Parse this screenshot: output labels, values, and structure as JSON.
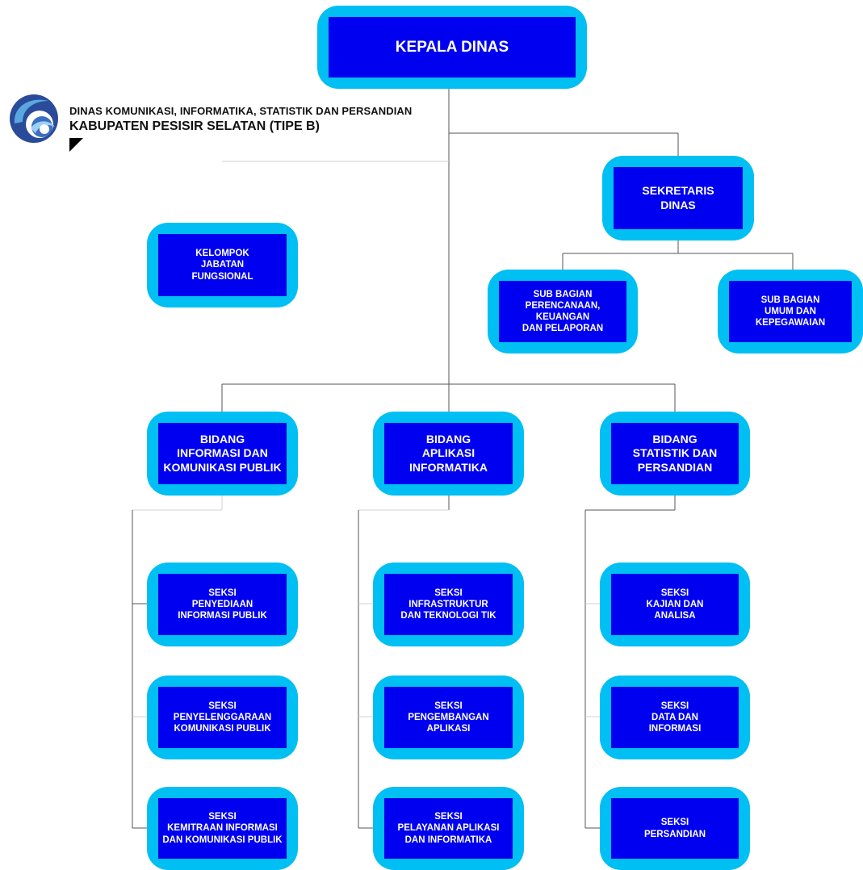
{
  "header": {
    "org_line1": "DINAS  KOMUNIKASI, INFORMATIKA, STATISTIK DAN PERSANDIAN",
    "org_line2": "KABUPATEN PESISIR SELATAN (TIPE B)",
    "logo_icon": "kominfo-logo-icon"
  },
  "colors": {
    "box_outer": "#00bff3",
    "box_inner": "#0000f0",
    "box_text": "#ffffff",
    "connector": "#555555"
  },
  "nodes": {
    "kepala": "KEPALA DINAS",
    "sekretaris": "SEKRETARIS\nDINAS",
    "kelompok": "KELOMPOK\nJABATAN\nFUNGSIONAL",
    "subbag_perencanaan": "SUB BAGIAN\nPERENCANAAN,\nKEUANGAN\nDAN PELAPORAN",
    "subbag_umum": "SUB BAGIAN\nUMUM DAN\nKEPEGAWAIAN",
    "bidang_ikp": "BIDANG\nINFORMASI DAN\nKOMUNIKASI PUBLIK",
    "bidang_aptika": "BIDANG\nAPLIKASI\nINFORMATIKA",
    "bidang_sp": "BIDANG\nSTATISTIK DAN\nPERSANDIAN",
    "seksi_penyediaan": "SEKSI\nPENYEDIAAN\nINFORMASI PUBLIK",
    "seksi_penyelenggaraan": "SEKSI\nPENYELENGGARAAN\nKOMUNIKASI PUBLIK",
    "seksi_kemitraan": "SEKSI\nKEMITRAAN INFORMASI\nDAN KOMUNIKASI PUBLIK",
    "seksi_infrastruktur": "SEKSI\nINFRASTRUKTUR\nDAN TEKNOLOGI TIK",
    "seksi_pengembangan": "SEKSI\nPENGEMBANGAN\nAPLIKASI",
    "seksi_pelayanan": "SEKSI\nPELAYANAN APLIKASI\nDAN INFORMATIKA",
    "seksi_kajian": "SEKSI\nKAJIAN DAN\nANALISA",
    "seksi_data": "SEKSI\nDATA DAN\nINFORMASI",
    "seksi_persandian": "SEKSI\nPERSANDIAN"
  }
}
